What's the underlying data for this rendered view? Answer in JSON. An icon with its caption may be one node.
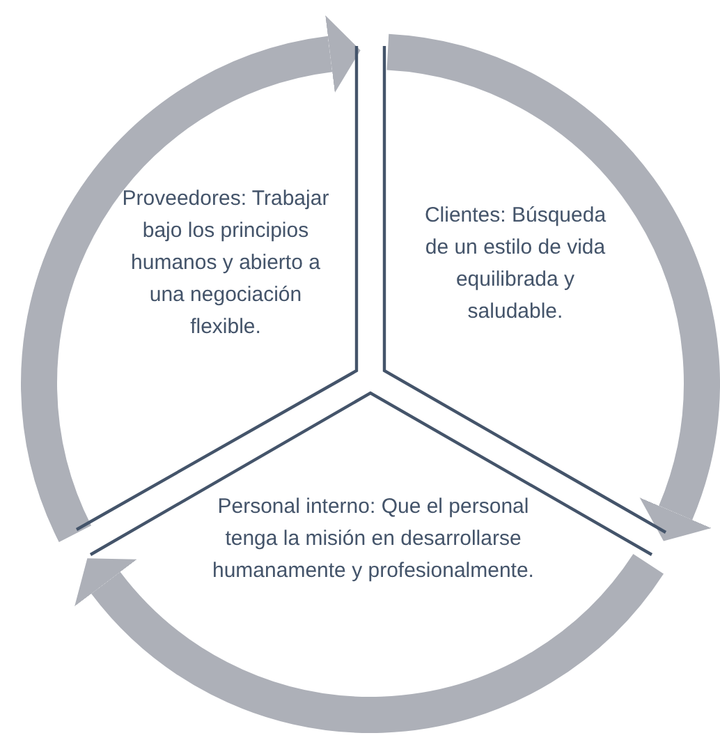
{
  "diagram": {
    "nodes": [
      {
        "text": [
          "Proveedores: Trabajar bajo los principios humanos y abierto a una negociación flexible."
        ]
      },
      {
        "text": [
          "Clientes: Búsqueda de un estilo de vida equilibrada y saludable."
        ]
      },
      {
        "text": [
          "Personal interno: Que el personal tenga la misión en desarrollarse humanamente y profesionalmente."
        ]
      }
    ],
    "edges": [
      {
        "from": 0,
        "to": 1,
        "arrow": "to"
      },
      {
        "from": 1,
        "to": 2,
        "arrow": "to"
      },
      {
        "from": 2,
        "to": 0,
        "arrow": "to"
      }
    ]
  }
}
